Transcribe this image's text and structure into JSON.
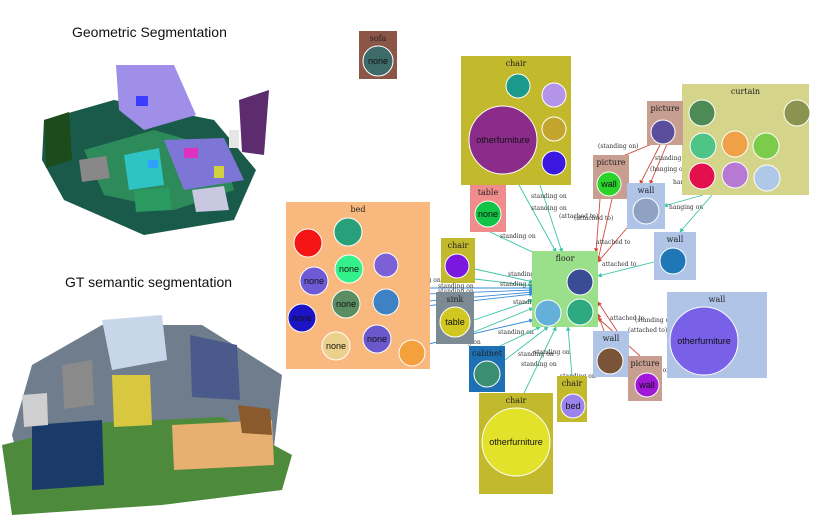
{
  "headings": {
    "geometric": "Geometric Segmentation",
    "gt": "GT  semantic segmentation"
  },
  "colors": {
    "edge_teal": "#3cc4a8",
    "edge_blue": "#3a8bd8",
    "edge_red": "#d04a3c"
  },
  "graph": {
    "nodes": [
      {
        "id": "sofa",
        "label": "sofa",
        "color": "#8b5548",
        "circles": [
          {
            "color": "#3e6a6a",
            "label": "none"
          }
        ]
      },
      {
        "id": "chair_top",
        "label": "chair",
        "color": "#c2b92c",
        "circles": [
          {
            "color": "#1b9a8c",
            "label": ""
          },
          {
            "color": "#b394e8",
            "label": ""
          },
          {
            "color": "#8b2c8b",
            "label": "otherfurniture"
          },
          {
            "color": "#c3a52e",
            "label": ""
          },
          {
            "color": "#3a18e0",
            "label": ""
          }
        ]
      },
      {
        "id": "curtain",
        "label": "curtain",
        "color": "#d4d48a",
        "circles": [
          {
            "color": "#4e8a55",
            "label": ""
          },
          {
            "color": "#8a9450",
            "label": ""
          },
          {
            "color": "#4ec486",
            "label": ""
          },
          {
            "color": "#f0a046",
            "label": ""
          },
          {
            "color": "#7ccc4a",
            "label": ""
          },
          {
            "color": "#e4104e",
            "label": ""
          },
          {
            "color": "#b67ad4",
            "label": ""
          },
          {
            "color": "#b0c8e8",
            "label": ""
          }
        ]
      },
      {
        "id": "picture_top",
        "label": "picture",
        "color": "#c89e90",
        "circles": [
          {
            "color": "#5a4e9c",
            "label": ""
          }
        ]
      },
      {
        "id": "picture_mid",
        "label": "picture",
        "color": "#c89e90",
        "circles": [
          {
            "color": "#2ad42a",
            "label": "wall"
          }
        ]
      },
      {
        "id": "wall_a",
        "label": "wall",
        "color": "#afc4e6",
        "circles": [
          {
            "color": "#8fa2c4",
            "label": ""
          }
        ]
      },
      {
        "id": "table_node",
        "label": "table",
        "color": "#f08c8c",
        "circles": [
          {
            "color": "#14c446",
            "label": "none"
          }
        ]
      },
      {
        "id": "bed",
        "label": "bed",
        "color": "#f8b87e",
        "circles": [
          {
            "color": "#f41414",
            "label": ""
          },
          {
            "color": "#28a07a",
            "label": ""
          },
          {
            "color": "#6e5ad4",
            "label": "none"
          },
          {
            "color": "#34f08a",
            "label": "none"
          },
          {
            "color": "#7c60d6",
            "label": ""
          },
          {
            "color": "#1c14c4",
            "label": "none"
          },
          {
            "color": "#5a8e62",
            "label": "none"
          },
          {
            "color": "#3c82c4",
            "label": ""
          },
          {
            "color": "#ecd08c",
            "label": "none"
          },
          {
            "color": "#6a58cc",
            "label": "none"
          },
          {
            "color": "#f4a03c",
            "label": ""
          }
        ]
      },
      {
        "id": "chair_small",
        "label": "chair",
        "color": "#c2b92c",
        "circles": [
          {
            "color": "#7b18e0",
            "label": ""
          }
        ]
      },
      {
        "id": "sink",
        "label": "sink",
        "color": "#7c8a94",
        "circles": [
          {
            "color": "#d0c820",
            "label": "table"
          }
        ]
      },
      {
        "id": "floor",
        "label": "floor",
        "color": "#9ae08a",
        "circles": [
          {
            "color": "#3a4c94",
            "label": ""
          },
          {
            "color": "#64b0d8",
            "label": ""
          },
          {
            "color": "#2eaa80",
            "label": ""
          }
        ]
      },
      {
        "id": "wall_b",
        "label": "wall",
        "color": "#afc4e6",
        "circles": [
          {
            "color": "#1e78b8",
            "label": ""
          }
        ]
      },
      {
        "id": "wall_big",
        "label": "wall",
        "color": "#afc4e6",
        "circles": [
          {
            "color": "#7860e8",
            "label": "otherfurniture"
          }
        ]
      },
      {
        "id": "cabinet",
        "label": "cabinet",
        "color": "#1e70b4",
        "circles": [
          {
            "color": "#3c8e72",
            "label": ""
          }
        ]
      },
      {
        "id": "wall_c",
        "label": "wall",
        "color": "#afc4e6",
        "circles": [
          {
            "color": "#7a5438",
            "label": ""
          }
        ]
      },
      {
        "id": "picture_bot",
        "label": "picture",
        "color": "#c89e90",
        "circles": [
          {
            "color": "#a018d8",
            "label": "wall"
          }
        ]
      },
      {
        "id": "chair_bed",
        "label": "chair",
        "color": "#c2b92c",
        "circles": [
          {
            "color": "#9c82ec",
            "label": "bed"
          }
        ]
      },
      {
        "id": "chair_big",
        "label": "chair",
        "color": "#c2b92c",
        "circles": [
          {
            "color": "#e2e22a",
            "label": "otherfurniture"
          }
        ]
      }
    ],
    "edges": [
      {
        "from": "chair_top",
        "to": "floor",
        "label": "standing on",
        "color": "teal"
      },
      {
        "from": "chair_top",
        "to": "floor",
        "label": "standing on",
        "color": "teal"
      },
      {
        "from": "table_node",
        "to": "floor",
        "label": "standing on",
        "color": "teal"
      },
      {
        "from": "bed",
        "to": "floor",
        "label": "standing on",
        "color": "blue"
      },
      {
        "from": "bed",
        "to": "floor",
        "label": "standing on",
        "color": "blue"
      },
      {
        "from": "bed",
        "to": "floor",
        "label": "standing on",
        "color": "blue"
      },
      {
        "from": "bed",
        "to": "floor",
        "label": "standing on",
        "color": "blue"
      },
      {
        "from": "chair_small",
        "to": "floor",
        "label": "standing on",
        "color": "teal"
      },
      {
        "from": "chair_small",
        "to": "floor",
        "label": "standing on",
        "color": "teal"
      },
      {
        "from": "sink",
        "to": "floor",
        "label": "standing on",
        "color": "teal"
      },
      {
        "from": "sink",
        "to": "floor",
        "label": "standing on",
        "color": "teal"
      },
      {
        "from": "bed",
        "to": "floor",
        "label": "standing on",
        "color": "blue"
      },
      {
        "from": "cabinet",
        "to": "floor",
        "label": "standing on",
        "color": "teal"
      },
      {
        "from": "cabinet",
        "to": "floor",
        "label": "standing on",
        "color": "teal"
      },
      {
        "from": "chair_big",
        "to": "floor",
        "label": "standing on",
        "color": "teal"
      },
      {
        "from": "chair_bed",
        "to": "floor",
        "label": "standing on",
        "color": "teal"
      },
      {
        "from": "picture_top",
        "to": "picture_mid",
        "label": "(standing on)",
        "color": "red"
      },
      {
        "from": "picture_top",
        "to": "wall_a",
        "label": "standing on",
        "color": "red"
      },
      {
        "from": "picture_top",
        "to": "wall_a",
        "label": "(hanging on)",
        "color": "red"
      },
      {
        "from": "picture_mid",
        "to": "floor",
        "label": "(attached to)",
        "color": "red"
      },
      {
        "from": "picture_mid",
        "to": "floor",
        "label": "(attached to)",
        "color": "red"
      },
      {
        "from": "curtain",
        "to": "wall_a",
        "label": "hanging on",
        "color": "teal"
      },
      {
        "from": "curtain",
        "to": "wall_b",
        "label": "hanging on",
        "color": "teal"
      },
      {
        "from": "wall_a",
        "to": "floor",
        "label": "attached to",
        "color": "red"
      },
      {
        "from": "wall_b",
        "to": "floor",
        "label": "attached to",
        "color": "teal"
      },
      {
        "from": "wall_c",
        "to": "floor",
        "label": "attached to",
        "color": "red"
      },
      {
        "from": "wall_c",
        "to": "floor",
        "label": "(standing on)",
        "color": "red"
      },
      {
        "from": "picture_bot",
        "to": "floor",
        "label": "(attached to)",
        "color": "red"
      },
      {
        "from": "picture_bot",
        "to": "wall_c",
        "label": "hanging on",
        "color": "red"
      }
    ]
  }
}
